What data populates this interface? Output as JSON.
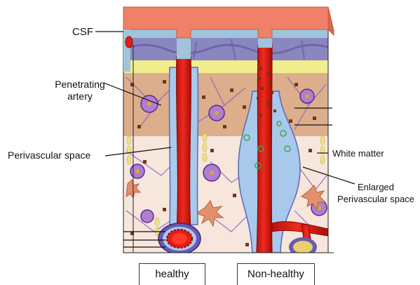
{
  "labels": {
    "csf": "CSF",
    "penetrating_line1": "Penetrating",
    "penetrating_line2": "artery",
    "perivascular": "Perivascular space",
    "white_matter": "White matter",
    "enlarged_line1": "Enlarged",
    "enlarged_line2": "Perivascular space"
  },
  "panels": {
    "healthy": "healthy",
    "non_healthy": "Non-healthy"
  },
  "colors": {
    "skull": "#f08068",
    "skull_edge": "#c8603e",
    "csf": "#9fc4dc",
    "pia": "#8a86c0",
    "meningeal": "#f2ee8e",
    "grey_matter": "#dcae8c",
    "white_matter": "#f6e6dc",
    "artery": "#e41e14",
    "artery_edge": "#8a0a06",
    "perivascular": "#a8c8ec",
    "glia": "#b07ed0",
    "glia_edge": "#5a2a8a",
    "astro": "#e4906c",
    "debris": "#7a3418",
    "green": "#3aa84a"
  }
}
